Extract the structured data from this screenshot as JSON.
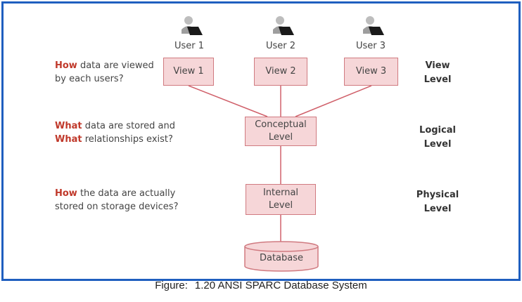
{
  "users": [
    {
      "label": "User 1",
      "icon": "user-with-laptop-icon"
    },
    {
      "label": "User 2",
      "icon": "user-with-laptop-icon"
    },
    {
      "label": "User 3",
      "icon": "user-with-laptop-icon"
    }
  ],
  "views": [
    "View 1",
    "View 2",
    "View 3"
  ],
  "conceptual": "Conceptual\nLevel",
  "internal": "Internal\nLevel",
  "database": "Database",
  "questions": {
    "view": {
      "kw": "How",
      "rest1": " data are viewed",
      "line2": "by each users?"
    },
    "logical": {
      "kw1": "What",
      "rest1": " data are stored and",
      "kw2": "What",
      "rest2": " relationships exist?"
    },
    "physical": {
      "kw": "How",
      "rest1": " the data are actually",
      "line2": "stored on storage devices?"
    }
  },
  "levels": {
    "view": [
      "View",
      "Level"
    ],
    "logical": [
      "Logical",
      "Level"
    ],
    "physical": [
      "Physical",
      "Level"
    ]
  },
  "caption": {
    "prefix": "Figure:",
    "title": "1.20 ANSI SPARC Database System"
  },
  "colors": {
    "border": "#1f5fbf",
    "box_fill": "#f6d6d8",
    "box_stroke": "#d07a80",
    "line": "#d0606a",
    "keyword": "#c0392b"
  }
}
